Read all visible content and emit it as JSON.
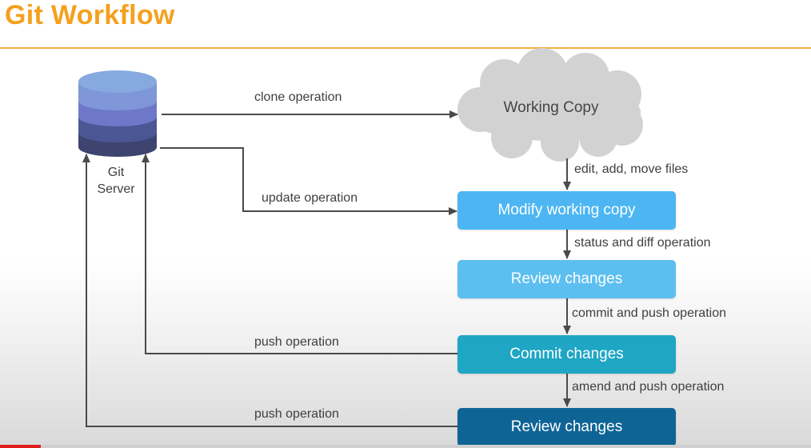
{
  "header": {
    "title": "Git Workflow"
  },
  "server": {
    "label_line1": "Git",
    "label_line2": "Server"
  },
  "nodes": {
    "working_copy": "Working Copy",
    "modify": "Modify working copy",
    "review1": "Review changes",
    "commit": "Commit changes",
    "review2": "Review changes"
  },
  "edges": {
    "clone": "clone operation",
    "update": "update operation",
    "edit": "edit, add, move files",
    "status": "status and diff operation",
    "commit_push": "commit and push operation",
    "push1": "push operation",
    "amend": "amend and push operation",
    "push2": "push operation"
  },
  "colors": {
    "title": "#f5a01f",
    "modify": "#4db6f2",
    "review1": "#5cbff0",
    "commit": "#1ea6c4",
    "review2": "#0f6496",
    "cloud": "#d0d0d0",
    "server_top": "#7fa2dc",
    "server_mid1": "#6e78c8",
    "server_mid2": "#4b5795",
    "server_bottom": "#3e4470"
  },
  "player": {
    "progress": 0.05
  }
}
